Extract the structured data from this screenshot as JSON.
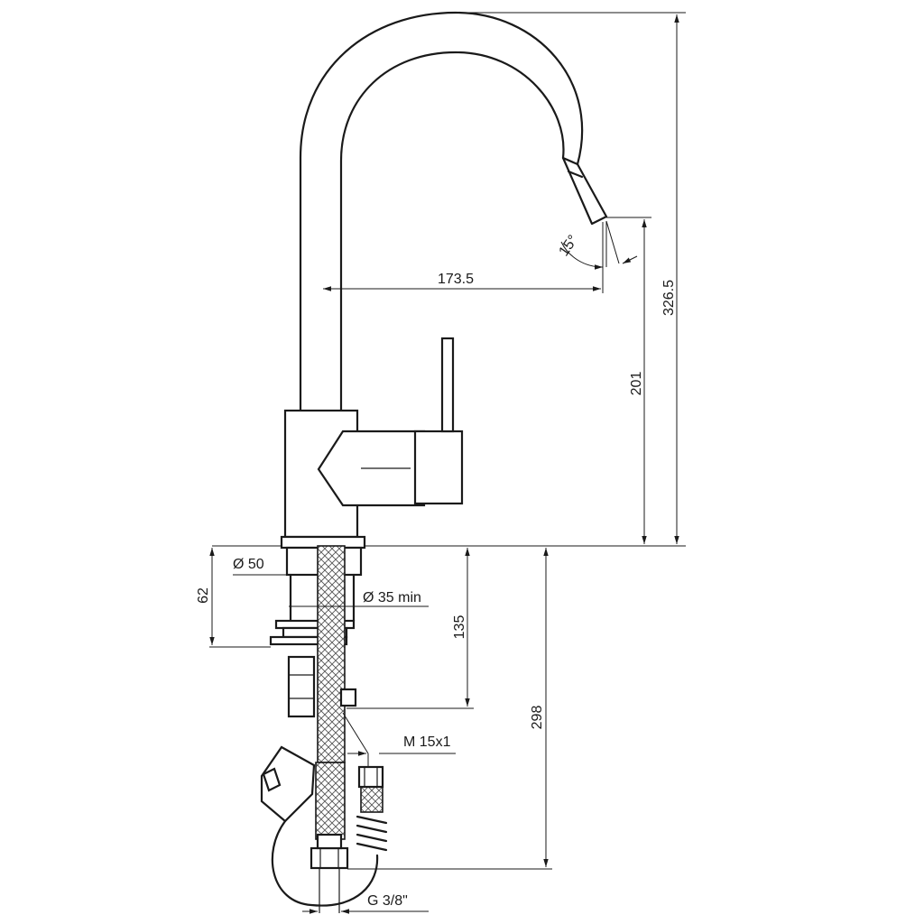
{
  "dimensions": {
    "height_total": "326.5",
    "height_spout": "201",
    "reach": "173.5",
    "angle": "15°",
    "base_diameter": "Ø 50",
    "hole_diameter": "Ø 35  min",
    "thread_length": "62",
    "below_deck_135": "135",
    "below_deck_298": "298",
    "thread_m": "M  15x1",
    "thread_g": "G  3/8\""
  }
}
